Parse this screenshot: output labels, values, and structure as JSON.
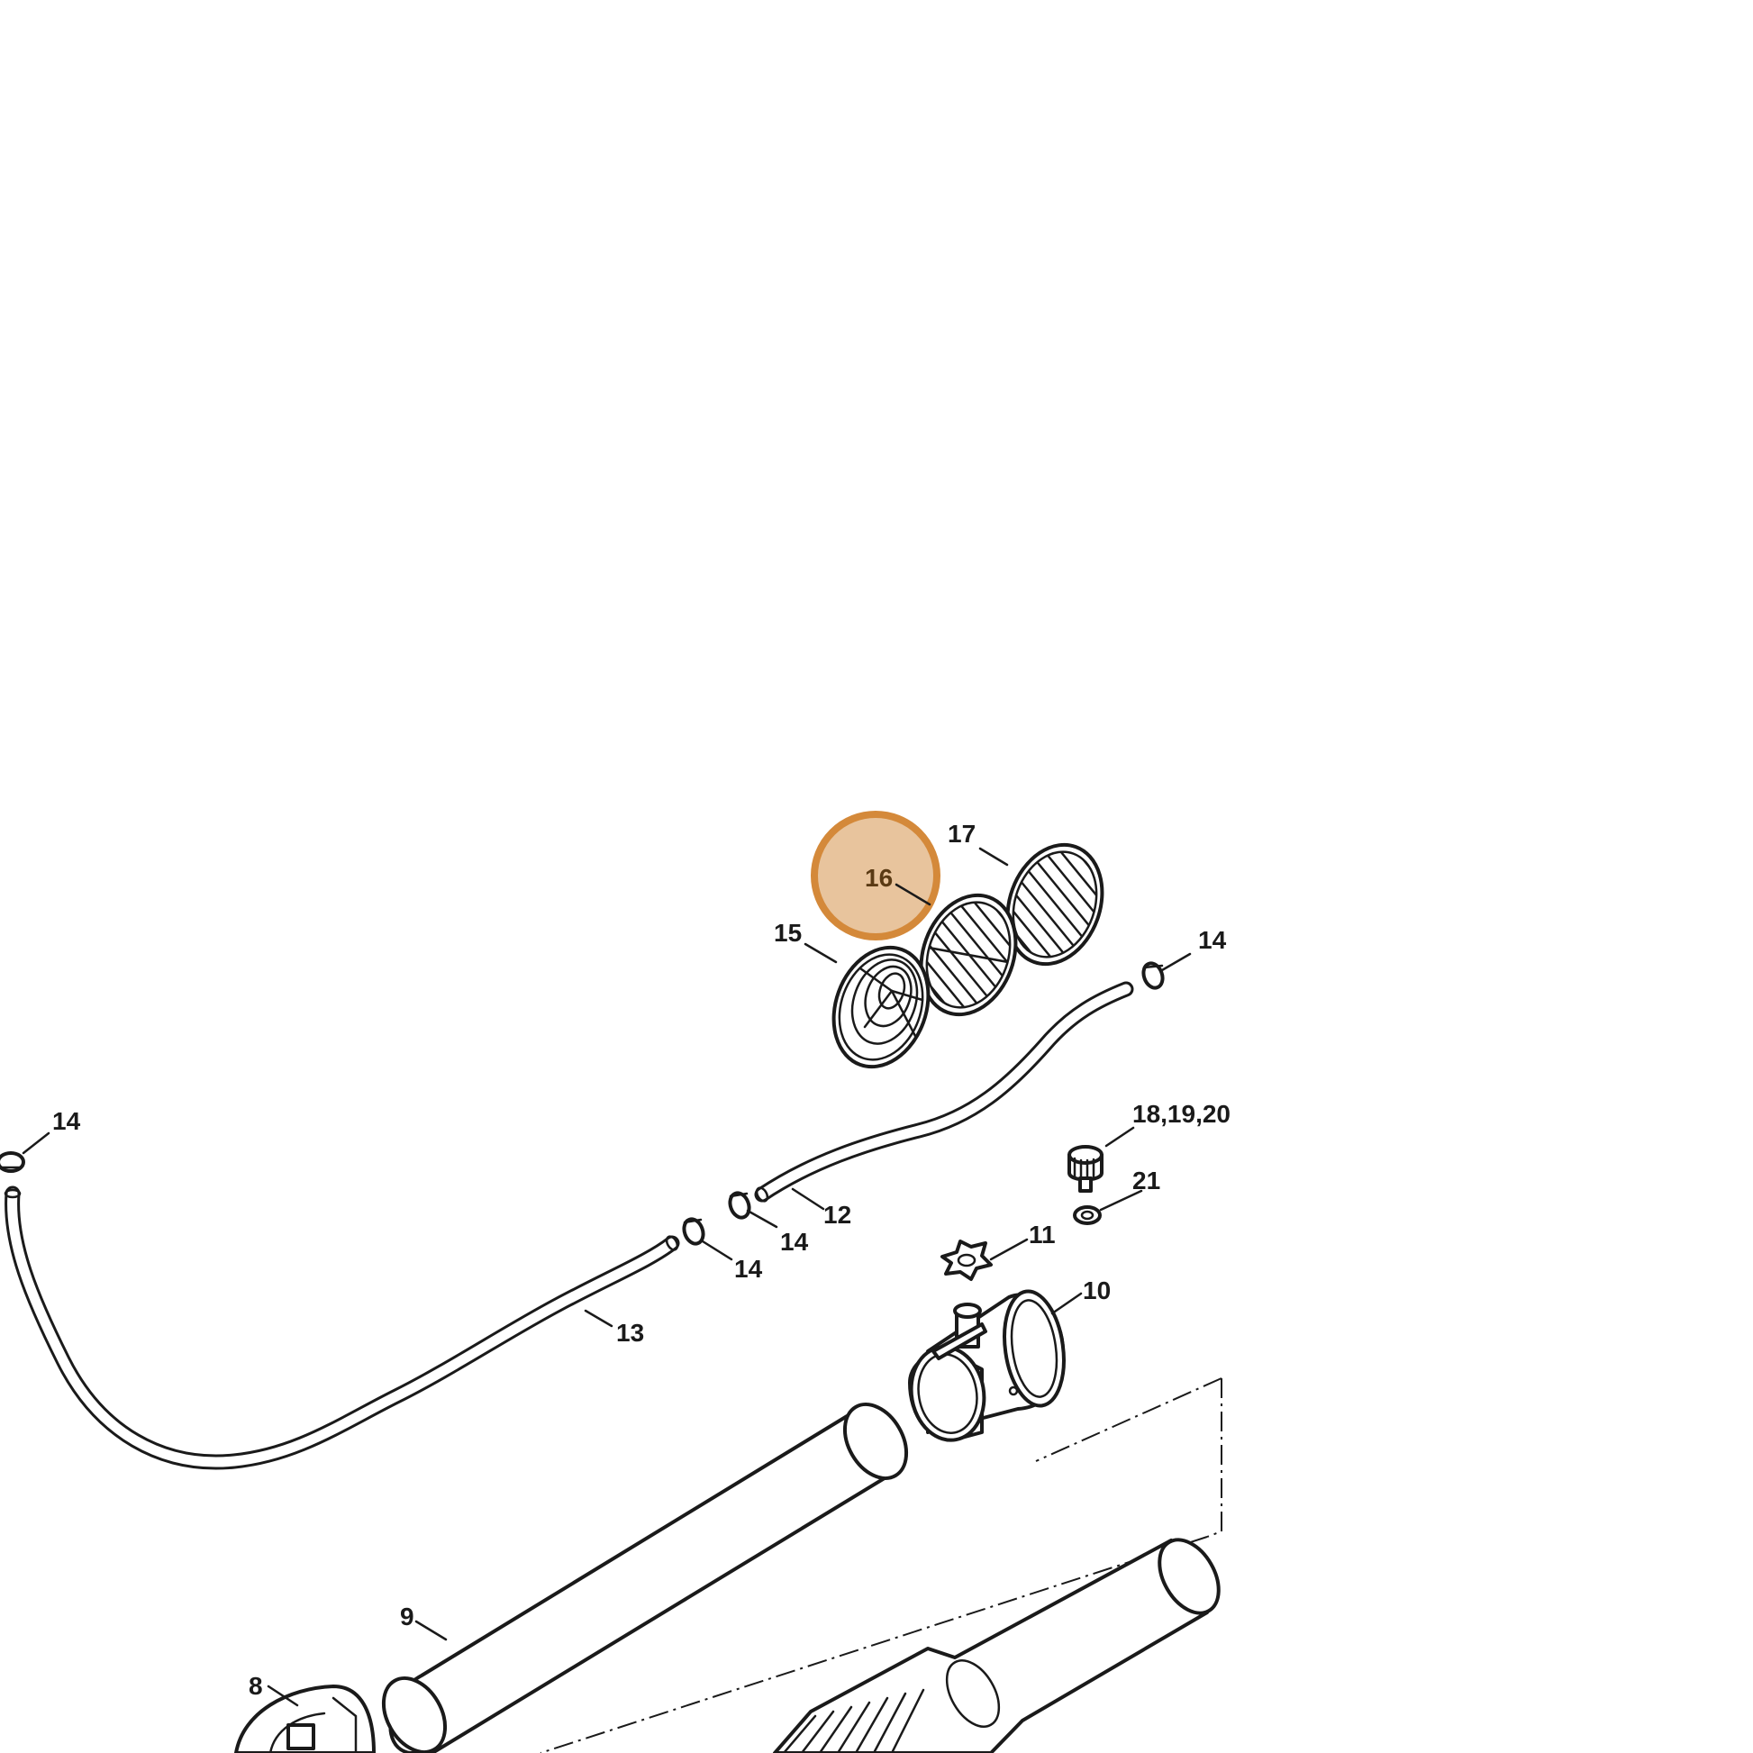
{
  "highlight": {
    "part": "16",
    "fill_color": "#e8c49d",
    "ring_color": "#d4893a"
  },
  "callouts": {
    "c17": "17",
    "c16": "16",
    "c15": "15",
    "c14_right": "14",
    "c14_left": "14",
    "c18": "18,19,20",
    "c21": "21",
    "c12": "12",
    "c14_a": "14",
    "c14_b": "14",
    "c11": "11",
    "c13": "13",
    "c10": "10",
    "c9": "9",
    "c8": "8"
  }
}
